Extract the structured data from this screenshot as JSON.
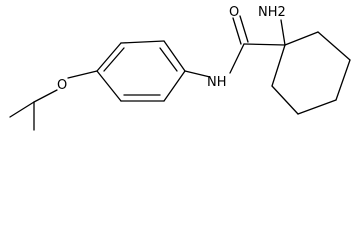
{
  "molecule": {
    "atoms": {
      "nh2": "NH2",
      "o": "O",
      "nh": "NH",
      "ether_o": "O"
    }
  }
}
